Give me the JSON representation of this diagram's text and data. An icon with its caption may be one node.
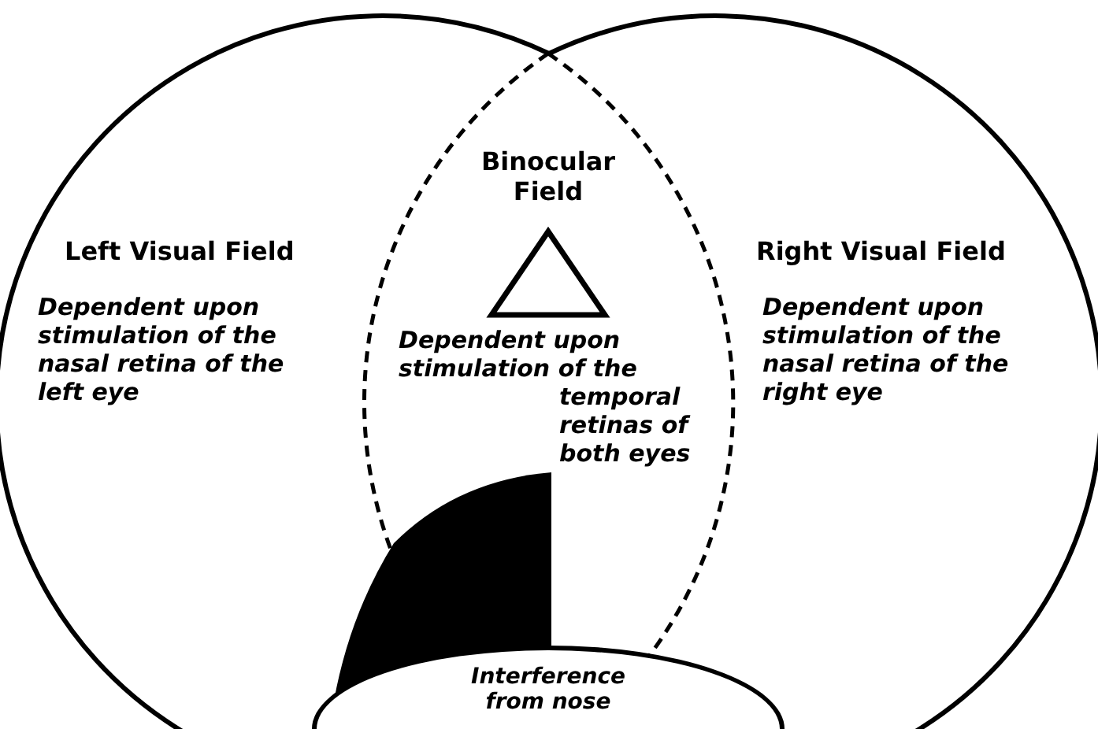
{
  "diagram": {
    "nodes": [
      {
        "text": [
          "Left Visual Field",
          "Dependent upon stimulation of the nasal retina of the left eye"
        ]
      },
      {
        "text": [
          "Right Visual Field",
          "Dependent upon stimulation of the nasal retina of the right eye"
        ]
      },
      {
        "text": [
          "Binocular Field",
          "Dependent upon stimulation of the temporal retinas of both eyes"
        ]
      },
      {
        "text": [
          "Interference from nose"
        ]
      },
      {
        "text": [],
        "shape": "area",
        "in": 0
      }
    ]
  }
}
